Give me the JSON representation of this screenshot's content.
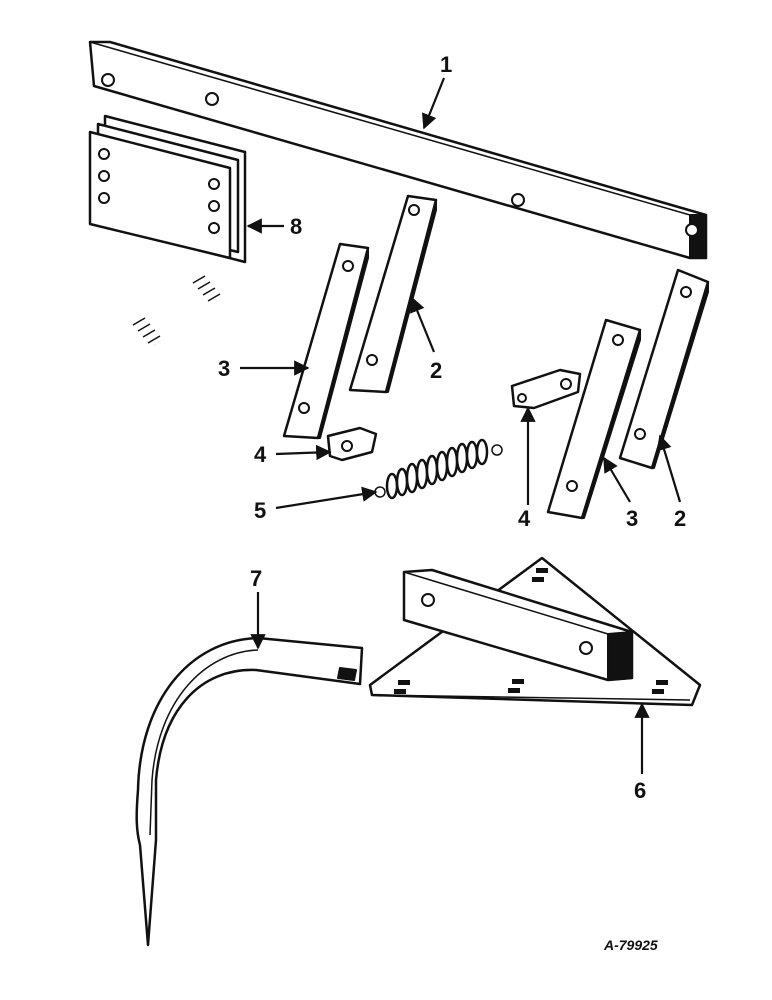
{
  "diagram": {
    "figure_number": "A-79925",
    "callouts": [
      {
        "id": "1",
        "label": "1"
      },
      {
        "id": "2a",
        "label": "2"
      },
      {
        "id": "3a",
        "label": "3"
      },
      {
        "id": "4a",
        "label": "4"
      },
      {
        "id": "5",
        "label": "5"
      },
      {
        "id": "4b",
        "label": "4"
      },
      {
        "id": "3b",
        "label": "3"
      },
      {
        "id": "2b",
        "label": "2"
      },
      {
        "id": "6",
        "label": "6"
      },
      {
        "id": "7",
        "label": "7"
      },
      {
        "id": "8",
        "label": "8"
      }
    ]
  }
}
